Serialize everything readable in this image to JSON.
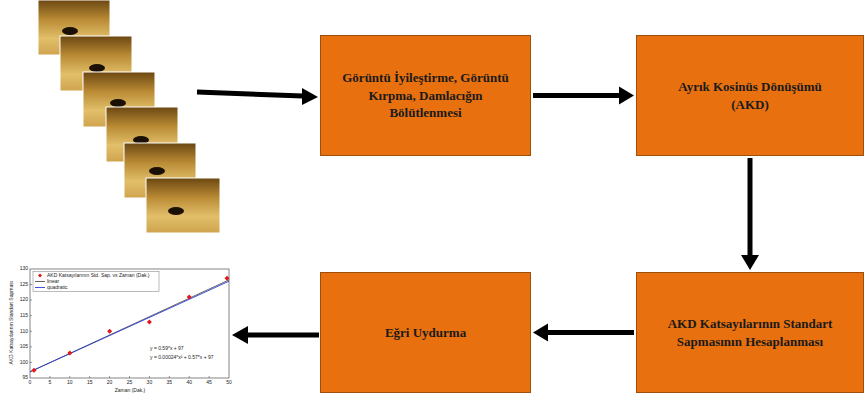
{
  "diagram": {
    "nodes": [
      {
        "text": [
          "Görüntü İyileştirme, Görüntü Kırpma, Damlacığın Bölütlenmesi"
        ]
      },
      {
        "text": [
          "Ayrık Kosinüs Dönüşümü (AKD)"
        ]
      },
      {
        "text": [
          "AKD Katsayılarının Standart Sapmasının Hesaplanması"
        ]
      },
      {
        "text": [
          "Eğri Uydurma"
        ]
      }
    ],
    "edges": [
      {
        "from": 0,
        "to": 1,
        "arrow": "to"
      },
      {
        "from": 1,
        "to": 2,
        "arrow": "to"
      },
      {
        "from": 2,
        "to": 3,
        "arrow": "to"
      }
    ],
    "labels": [
      "y = 0.59*x + 97",
      "y = 0.00024*x² + 0.57*x + 97",
      "95",
      "100",
      "105",
      "110",
      "115",
      "120",
      "125",
      "130",
      "0",
      "5",
      "10",
      "15",
      "20",
      "25",
      "30",
      "35",
      "40",
      "45",
      "50",
      "AKD Katsayılarının Standart Sapması",
      "Zaman (Dak.)"
    ],
    "legend": [
      {
        "text": "AKD Katsayılarının Std. Sap. vs Zaman (Dak.)"
      },
      {
        "text": "linear"
      },
      {
        "text": "quadratic"
      }
    ]
  }
}
